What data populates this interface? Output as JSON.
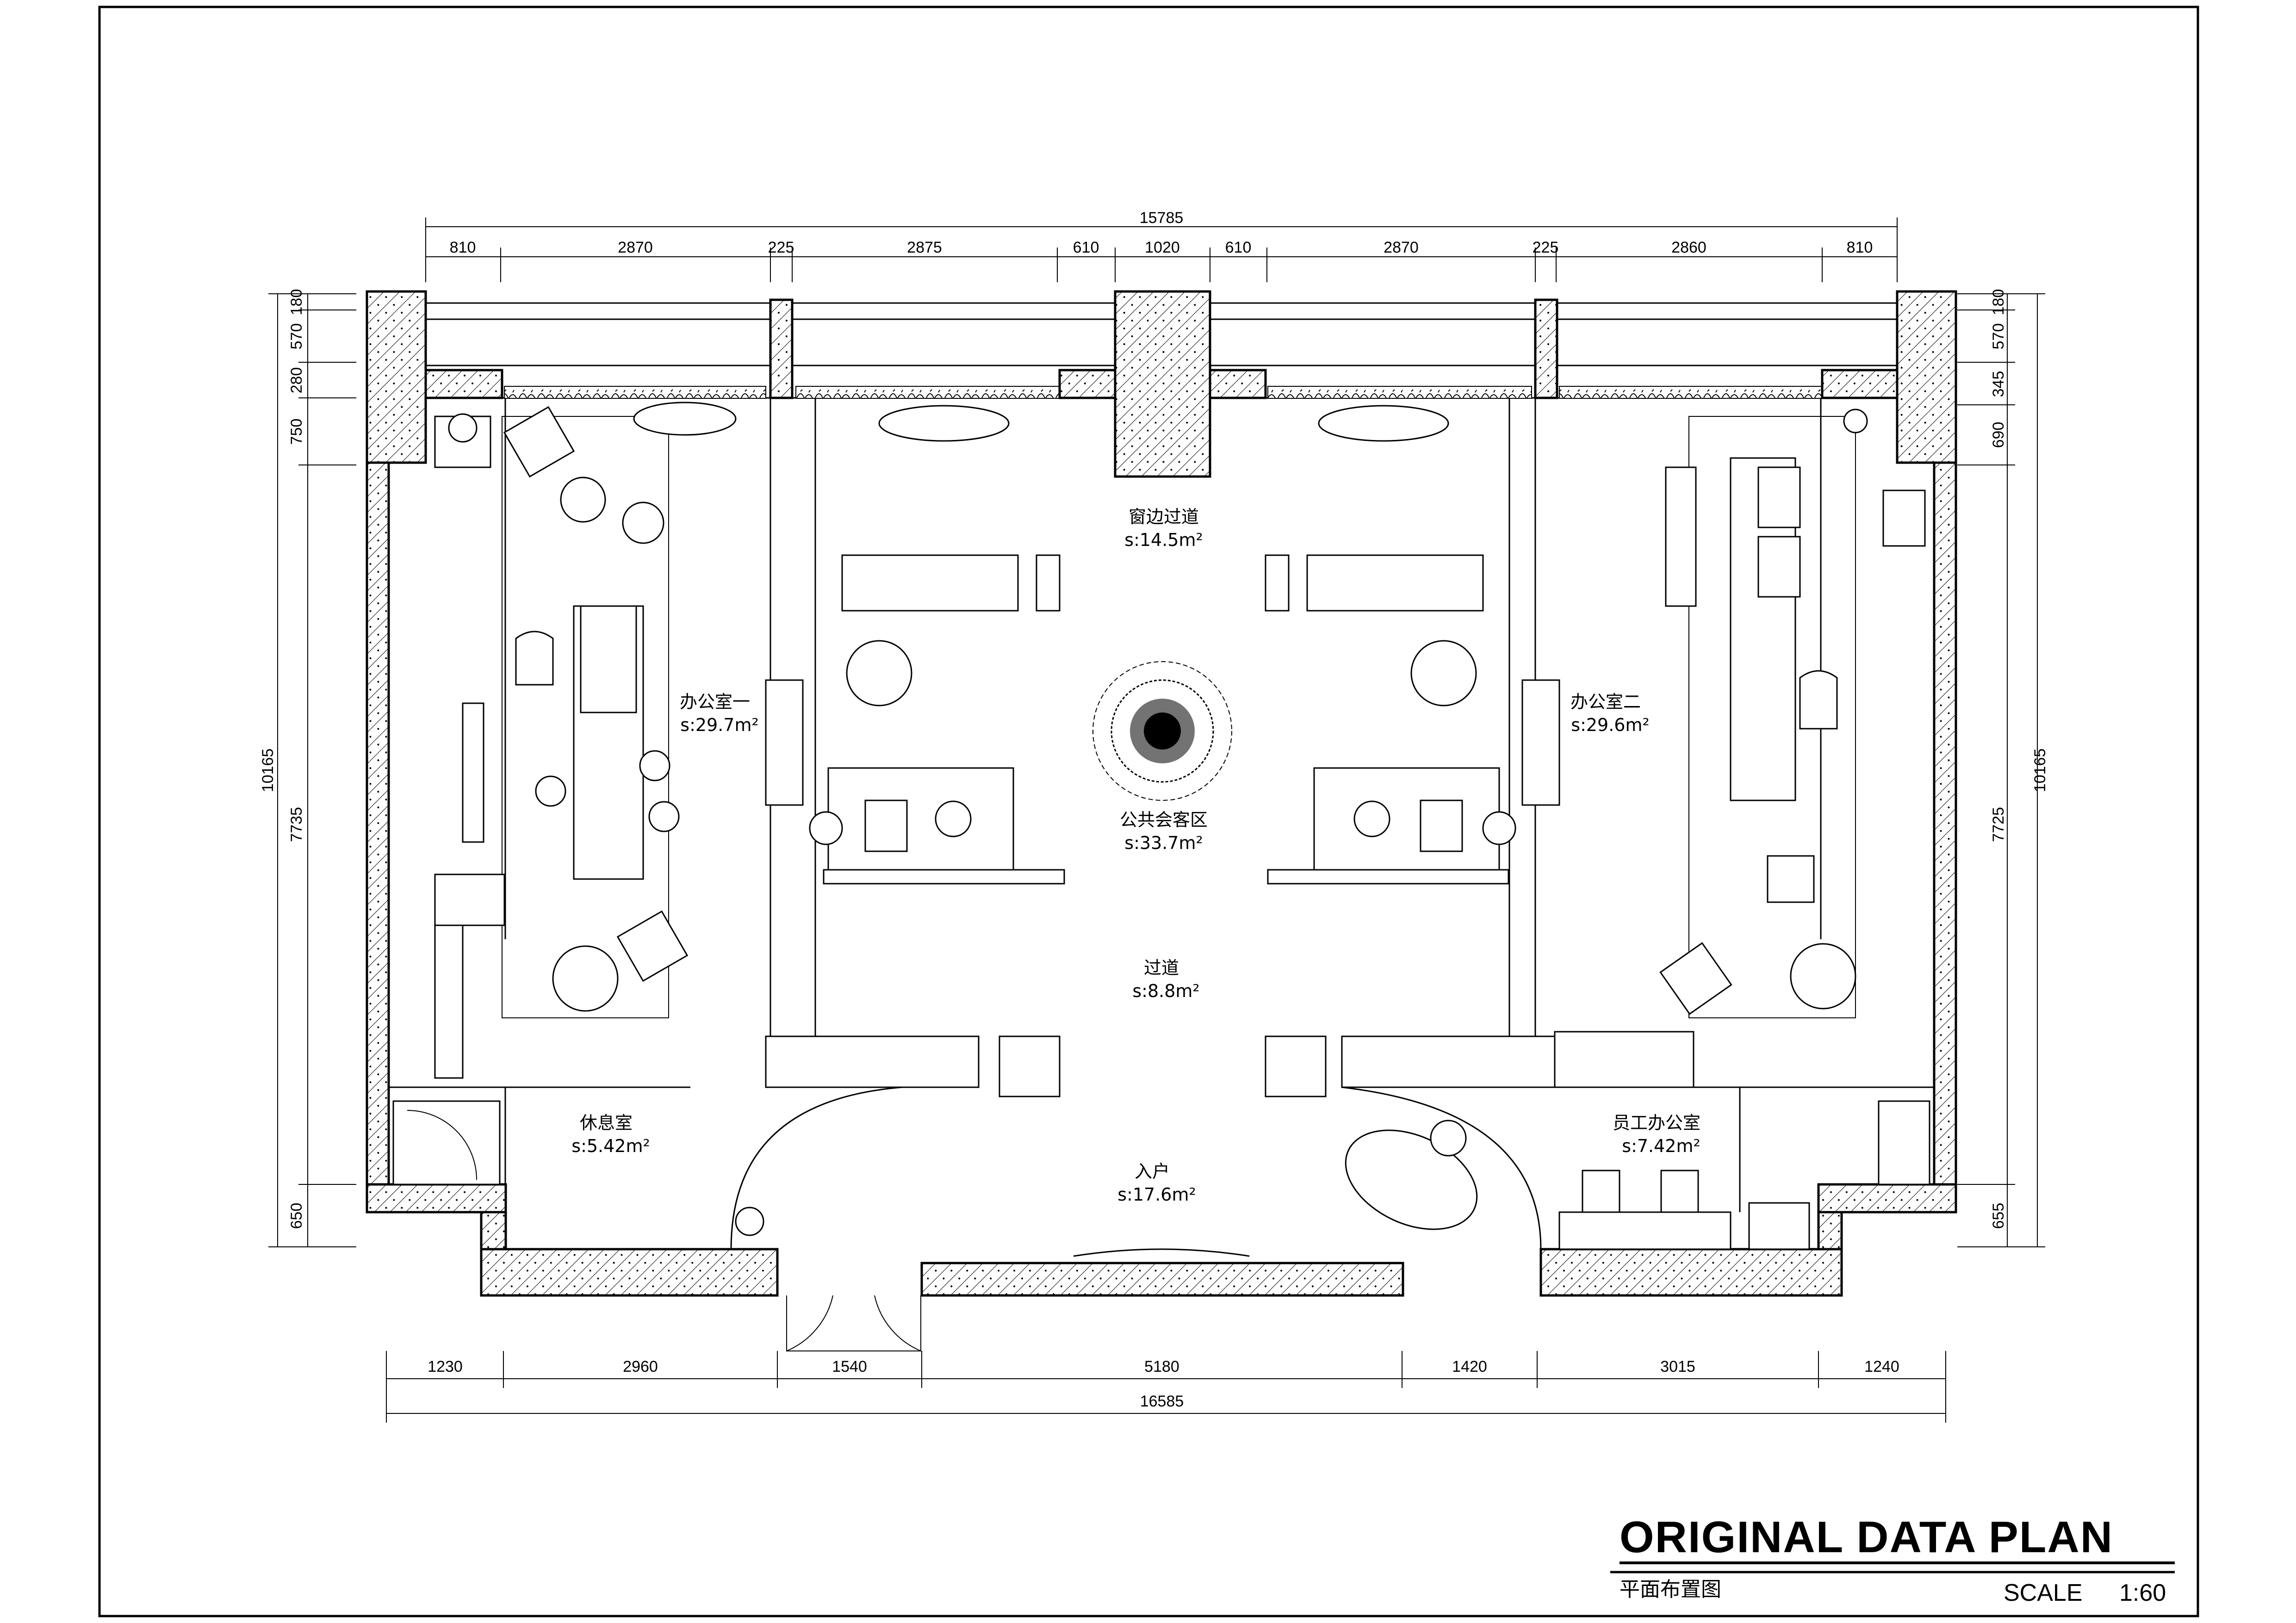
{
  "title": {
    "main": "ORIGINAL DATA  PLAN",
    "sub": "平面布置图",
    "scale_label": "SCALE",
    "scale_value": "1:60"
  },
  "dimensions": {
    "top_total": "15785",
    "top_segments": [
      "810",
      "2870",
      "225",
      "2875",
      "610",
      "1020",
      "610",
      "2870",
      "225",
      "2860",
      "810"
    ],
    "bottom_total": "16585",
    "bottom_segments": [
      "1230",
      "2960",
      "1540",
      "5180",
      "1420",
      "3015",
      "1240"
    ],
    "left_total": "10165",
    "left_segments": [
      "180",
      "570",
      "280",
      "750",
      "7735",
      "650"
    ],
    "right_total": "10165",
    "right_segments": [
      "180",
      "570",
      "345",
      "690",
      "7725",
      "655"
    ]
  },
  "rooms": [
    {
      "id": "window-corridor",
      "name": "窗边过道",
      "area": "s:14.5m²"
    },
    {
      "id": "office-one",
      "name": "办公室一",
      "area": "s:29.7m²"
    },
    {
      "id": "office-two",
      "name": "办公室二",
      "area": "s:29.6m²"
    },
    {
      "id": "public-reception",
      "name": "公共会客区",
      "area": "s:33.7m²"
    },
    {
      "id": "corridor",
      "name": "过道",
      "area": "s:8.8m²"
    },
    {
      "id": "lounge",
      "name": "休息室",
      "area": "s:5.42m²"
    },
    {
      "id": "entrance",
      "name": "入户",
      "area": "s:17.6m²"
    },
    {
      "id": "staff-office",
      "name": "员工办公室",
      "area": "s:7.42m²"
    }
  ]
}
